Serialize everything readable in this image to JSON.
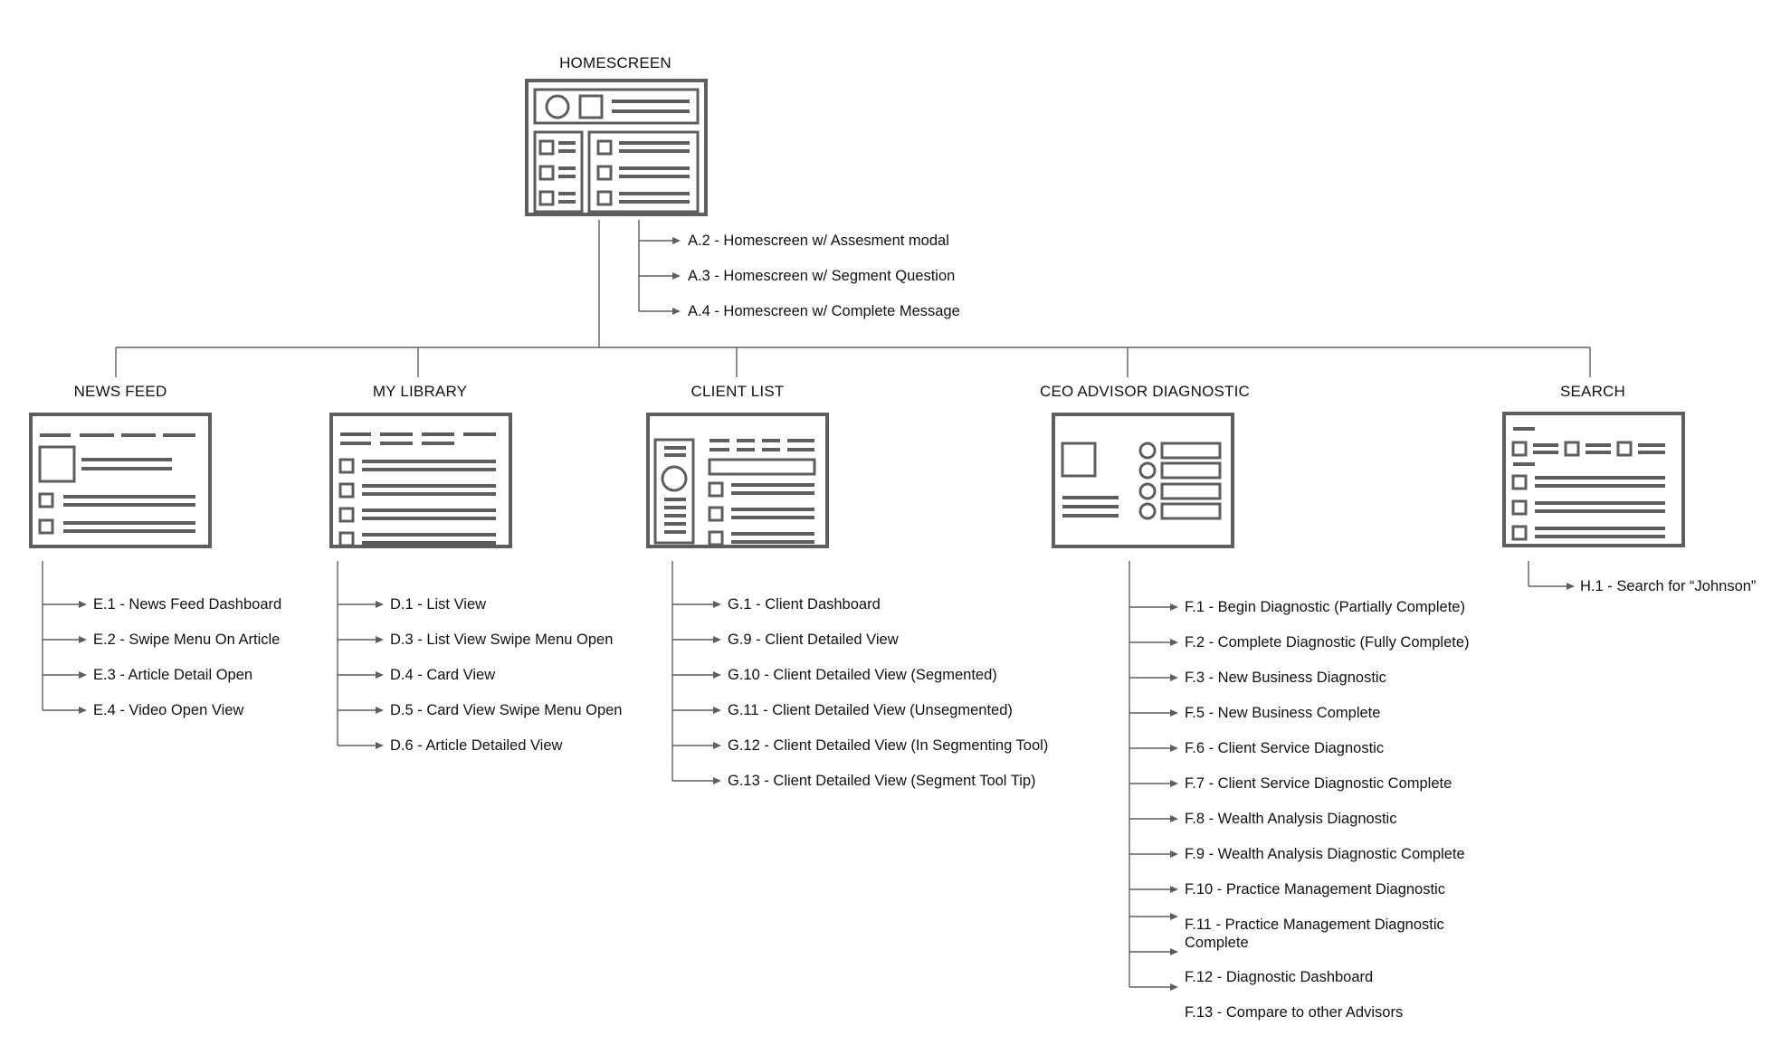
{
  "colors": {
    "stroke": "#5e5e5e",
    "text": "#111111",
    "background": "#ffffff"
  },
  "sections": {
    "homescreen": {
      "title": "HOMESCREEN",
      "icon": "homescreen-wireframe-icon",
      "items": [
        "A.2 - Homescreen w/ Assesment modal",
        "A.3 - Homescreen w/ Segment Question",
        "A.4 - Homescreen w/ Complete Message"
      ]
    },
    "news_feed": {
      "title": "NEWS FEED",
      "icon": "news-feed-wireframe-icon",
      "items": [
        "E.1 - News Feed Dashboard",
        "E.2 - Swipe Menu On Article",
        "E.3 - Article Detail Open",
        "E.4 - Video Open View"
      ]
    },
    "my_library": {
      "title": "MY LIBRARY",
      "icon": "my-library-wireframe-icon",
      "items": [
        "D.1 - List View",
        "D.3 - List View Swipe Menu Open",
        "D.4 - Card View",
        "D.5 - Card View Swipe Menu Open",
        "D.6 - Article Detailed View"
      ]
    },
    "client_list": {
      "title": "CLIENT LIST",
      "icon": "client-list-wireframe-icon",
      "items": [
        "G.1 - Client Dashboard",
        "G.9 - Client Detailed View",
        "G.10 - Client Detailed View (Segmented)",
        "G.11 - Client Detailed View (Unsegmented)",
        "G.12 - Client Detailed View (In Segmenting Tool)",
        "G.13 - Client Detailed View (Segment Tool Tip)"
      ]
    },
    "ceo_advisor": {
      "title": "CEO ADVISOR DIAGNOSTIC",
      "icon": "diagnostic-wireframe-icon",
      "items": [
        "F.1 - Begin Diagnostic (Partially Complete)",
        "F.2 - Complete Diagnostic (Fully Complete)",
        "F.3 - New Business Diagnostic",
        "F.5 - New Business Complete",
        "F.6 - Client Service Diagnostic",
        "F.7 - Client Service Diagnostic Complete",
        "F.8 - Wealth Analysis Diagnostic",
        "F.9 - Wealth Analysis Diagnostic Complete",
        "F.10 - Practice Management Diagnostic",
        "F.11 - Practice Management Diagnostic Complete",
        "F.12 - Diagnostic Dashboard",
        "F.13 - Compare to other Advisors"
      ]
    },
    "search": {
      "title": "SEARCH",
      "icon": "search-wireframe-icon",
      "items": [
        "H.1 - Search for “Johnson”"
      ]
    }
  }
}
